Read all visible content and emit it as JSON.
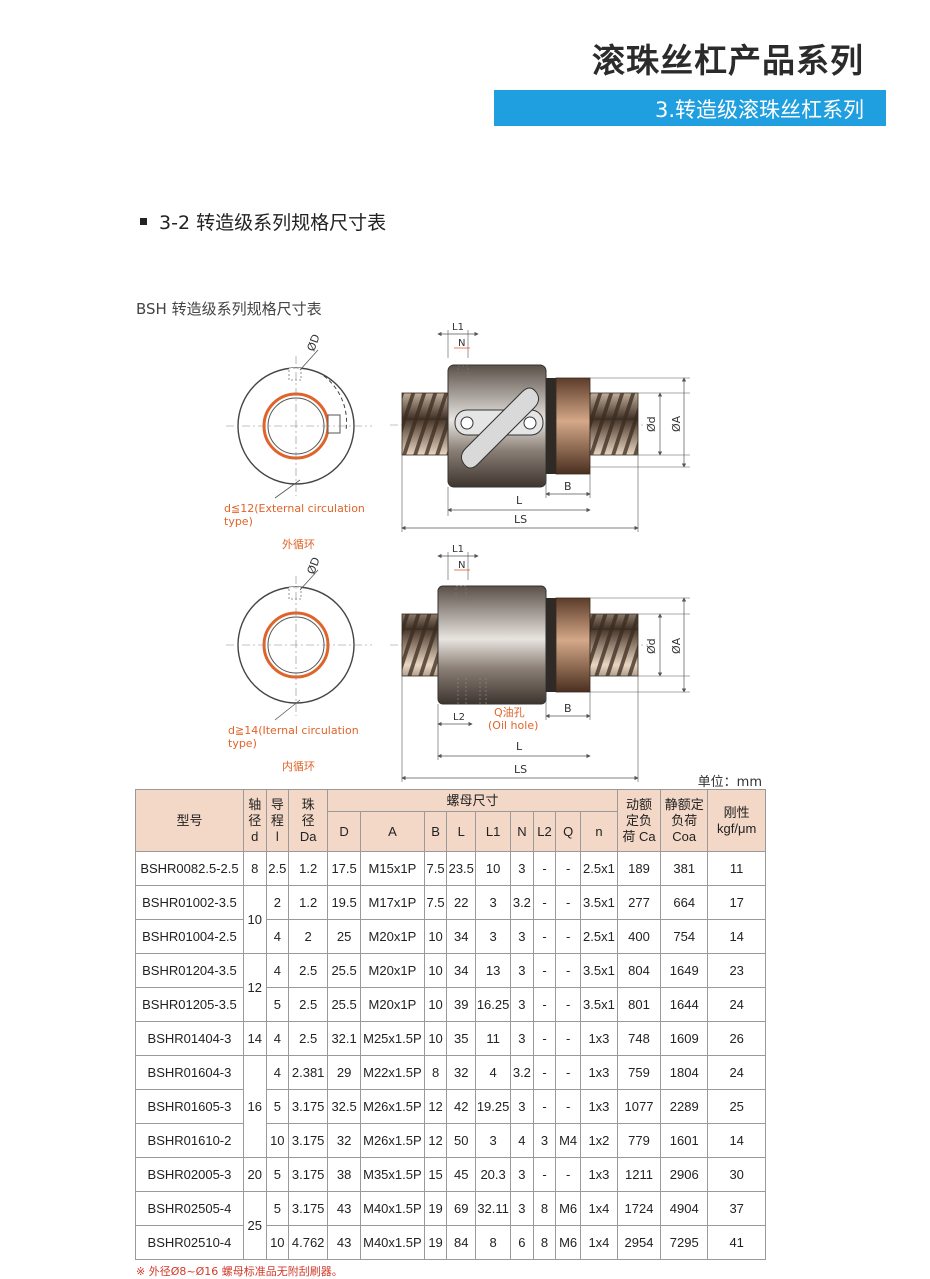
{
  "header": {
    "main_title": "滚珠丝杠产品系列",
    "sub_title": "3.转造级滚珠丝杠系列"
  },
  "section": {
    "heading": "3-2 转造级系列规格尺寸表",
    "caption": "BSH 转造级系列规格尺寸表"
  },
  "diagram_labels": {
    "od": "ØD",
    "l1": "L1",
    "n": "N",
    "d": "Ød",
    "a": "ØA",
    "b": "B",
    "l": "L",
    "ls": "LS",
    "l2": "L2",
    "q_oil": "Q油孔",
    "oil_hole": "(Oil hole)",
    "ext_note_1": "d≦12(External circulation",
    "ext_note_2": "type)",
    "ext_name": "外循环",
    "int_note_1": "d≧14(Iternal circulation",
    "int_note_2": "type)",
    "int_name": "内循环"
  },
  "table": {
    "unit": "单位：mm",
    "headers": {
      "model": "型号",
      "shaft": [
        "轴",
        "径",
        "d"
      ],
      "lead": [
        "导",
        "程",
        "l"
      ],
      "ball": [
        "珠",
        "径",
        "Da"
      ],
      "nut": "螺母尺寸",
      "nut_cols": [
        "D",
        "A",
        "B",
        "L",
        "L1",
        "N",
        "L2",
        "Q",
        "n"
      ],
      "ca": [
        "动额",
        "定负",
        "荷 Ca"
      ],
      "coa": [
        "静额定",
        "负荷",
        "Coa"
      ],
      "rigidity": [
        "刚性",
        "kgf/μm"
      ]
    },
    "rows": [
      {
        "model": "BSHR0082.5-2.5",
        "d": "8",
        "lead": "2.5",
        "da": "1.2",
        "D": "17.5",
        "A": "M15x1P",
        "B": "7.5",
        "L": "23.5",
        "L1": "10",
        "N": "3",
        "L2": "-",
        "Q": "-",
        "n": "2.5x1",
        "ca": "189",
        "coa": "381",
        "rig": "11"
      },
      {
        "model": "BSHR01002-3.5",
        "d": "10",
        "lead": "2",
        "da": "1.2",
        "D": "19.5",
        "A": "M17x1P",
        "B": "7.5",
        "L": "22",
        "L1": "3",
        "N": "3.2",
        "L2": "-",
        "Q": "-",
        "n": "3.5x1",
        "ca": "277",
        "coa": "664",
        "rig": "17"
      },
      {
        "model": "BSHR01004-2.5",
        "lead": "4",
        "da": "2",
        "D": "25",
        "A": "M20x1P",
        "B": "10",
        "L": "34",
        "L1": "3",
        "N": "3",
        "L2": "-",
        "Q": "-",
        "n": "2.5x1",
        "ca": "400",
        "coa": "754",
        "rig": "14"
      },
      {
        "model": "BSHR01204-3.5",
        "d": "12",
        "lead": "4",
        "da": "2.5",
        "D": "25.5",
        "A": "M20x1P",
        "B": "10",
        "L": "34",
        "L1": "13",
        "N": "3",
        "L2": "-",
        "Q": "-",
        "n": "3.5x1",
        "ca": "804",
        "coa": "1649",
        "rig": "23"
      },
      {
        "model": "BSHR01205-3.5",
        "lead": "5",
        "da": "2.5",
        "D": "25.5",
        "A": "M20x1P",
        "B": "10",
        "L": "39",
        "L1": "16.25",
        "N": "3",
        "L2": "-",
        "Q": "-",
        "n": "3.5x1",
        "ca": "801",
        "coa": "1644",
        "rig": "24"
      },
      {
        "model": "BSHR01404-3",
        "d": "14",
        "lead": "4",
        "da": "2.5",
        "D": "32.1",
        "A": "M25x1.5P",
        "B": "10",
        "L": "35",
        "L1": "11",
        "N": "3",
        "L2": "-",
        "Q": "-",
        "n": "1x3",
        "ca": "748",
        "coa": "1609",
        "rig": "26"
      },
      {
        "model": "BSHR01604-3",
        "d": "16",
        "lead": "4",
        "da": "2.381",
        "D": "29",
        "A": "M22x1.5P",
        "B": "8",
        "L": "32",
        "L1": "4",
        "N": "3.2",
        "L2": "-",
        "Q": "-",
        "n": "1x3",
        "ca": "759",
        "coa": "1804",
        "rig": "24"
      },
      {
        "model": "BSHR01605-3",
        "lead": "5",
        "da": "3.175",
        "D": "32.5",
        "A": "M26x1.5P",
        "B": "12",
        "L": "42",
        "L1": "19.25",
        "N": "3",
        "L2": "-",
        "Q": "-",
        "n": "1x3",
        "ca": "1077",
        "coa": "2289",
        "rig": "25"
      },
      {
        "model": "BSHR01610-2",
        "lead": "10",
        "da": "3.175",
        "D": "32",
        "A": "M26x1.5P",
        "B": "12",
        "L": "50",
        "L1": "3",
        "N": "4",
        "L2": "3",
        "Q": "M4",
        "n": "1x2",
        "ca": "779",
        "coa": "1601",
        "rig": "14"
      },
      {
        "model": "BSHR02005-3",
        "d": "20",
        "lead": "5",
        "da": "3.175",
        "D": "38",
        "A": "M35x1.5P",
        "B": "15",
        "L": "45",
        "L1": "20.3",
        "N": "3",
        "L2": "-",
        "Q": "-",
        "n": "1x3",
        "ca": "1211",
        "coa": "2906",
        "rig": "30"
      },
      {
        "model": "BSHR02505-4",
        "d": "25",
        "lead": "5",
        "da": "3.175",
        "D": "43",
        "A": "M40x1.5P",
        "B": "19",
        "L": "69",
        "L1": "32.11",
        "N": "3",
        "L2": "8",
        "Q": "M6",
        "n": "1x4",
        "ca": "1724",
        "coa": "4904",
        "rig": "37"
      },
      {
        "model": "BSHR02510-4",
        "lead": "10",
        "da": "4.762",
        "D": "43",
        "A": "M40x1.5P",
        "B": "19",
        "L": "84",
        "L1": "8",
        "N": "6",
        "L2": "8",
        "Q": "M6",
        "n": "1x4",
        "ca": "2954",
        "coa": "7295",
        "rig": "41"
      }
    ]
  },
  "footnote": "※ 外径Ø8~Ø16 螺母标准品无附刮刷器。",
  "colors": {
    "accent_blue": "#1f9fe0",
    "header_fill": "#f3d7c7",
    "annotation_orange": "#e0642a",
    "note_red": "#d03a2a"
  }
}
